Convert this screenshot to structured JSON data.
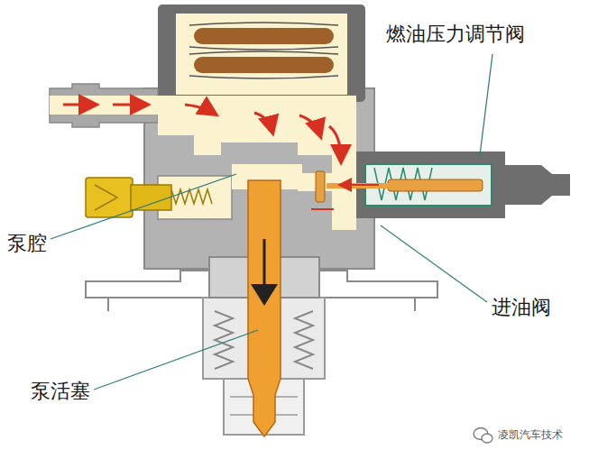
{
  "diagram": {
    "labels": [
      "燃油压力调节阀",
      "泵腔",
      "进油阀",
      "泵活塞",
      "凌凯汽车技术"
    ]
  }
}
